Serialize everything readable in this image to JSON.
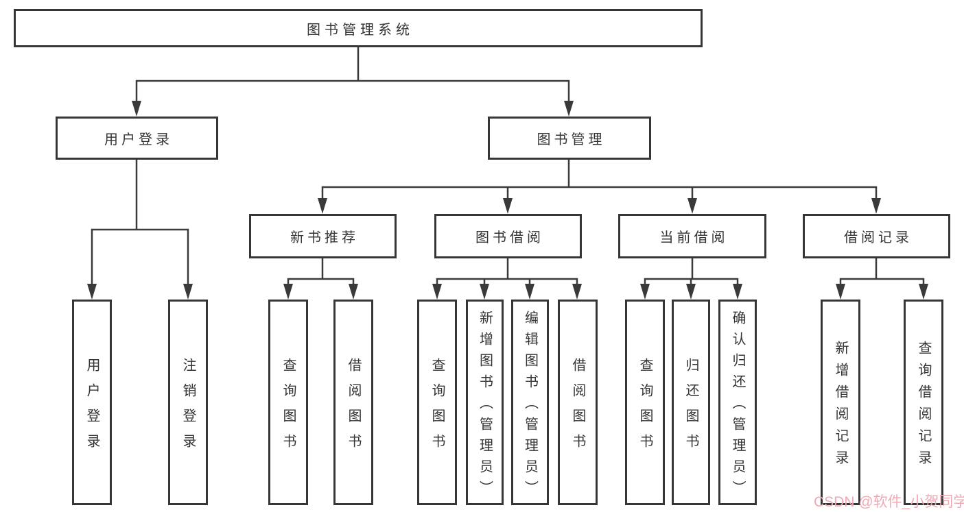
{
  "diagram": {
    "root": {
      "label": "图书管理系统"
    },
    "branches": [
      {
        "label": "用户登录",
        "leaves": [
          {
            "label": "用户登录"
          },
          {
            "label": "注销登录"
          }
        ]
      },
      {
        "label": "图书管理",
        "groups": [
          {
            "label": "新书推荐",
            "leaves": [
              {
                "label": "查询图书"
              },
              {
                "label": "借阅图书"
              }
            ]
          },
          {
            "label": "图书借阅",
            "leaves": [
              {
                "label": "查询图书"
              },
              {
                "label": "新增图书（管理员）"
              },
              {
                "label": "编辑图书（管理员）"
              },
              {
                "label": "借阅图书"
              }
            ]
          },
          {
            "label": "当前借阅",
            "leaves": [
              {
                "label": "查询图书"
              },
              {
                "label": "归还图书"
              },
              {
                "label": "确认归还（管理员）"
              }
            ]
          },
          {
            "label": "借阅记录",
            "leaves": [
              {
                "label": "新增借阅记录"
              },
              {
                "label": "查询借阅记录"
              }
            ]
          }
        ]
      }
    ]
  },
  "watermark": {
    "text": "CSDN @软件_小贺同学",
    "color": "#f1a8b3"
  },
  "colors": {
    "line": "#3a3a3a",
    "box_border": "#363636",
    "box_fill": "#ffffff",
    "text": "#343434",
    "background": "#ffffff"
  }
}
